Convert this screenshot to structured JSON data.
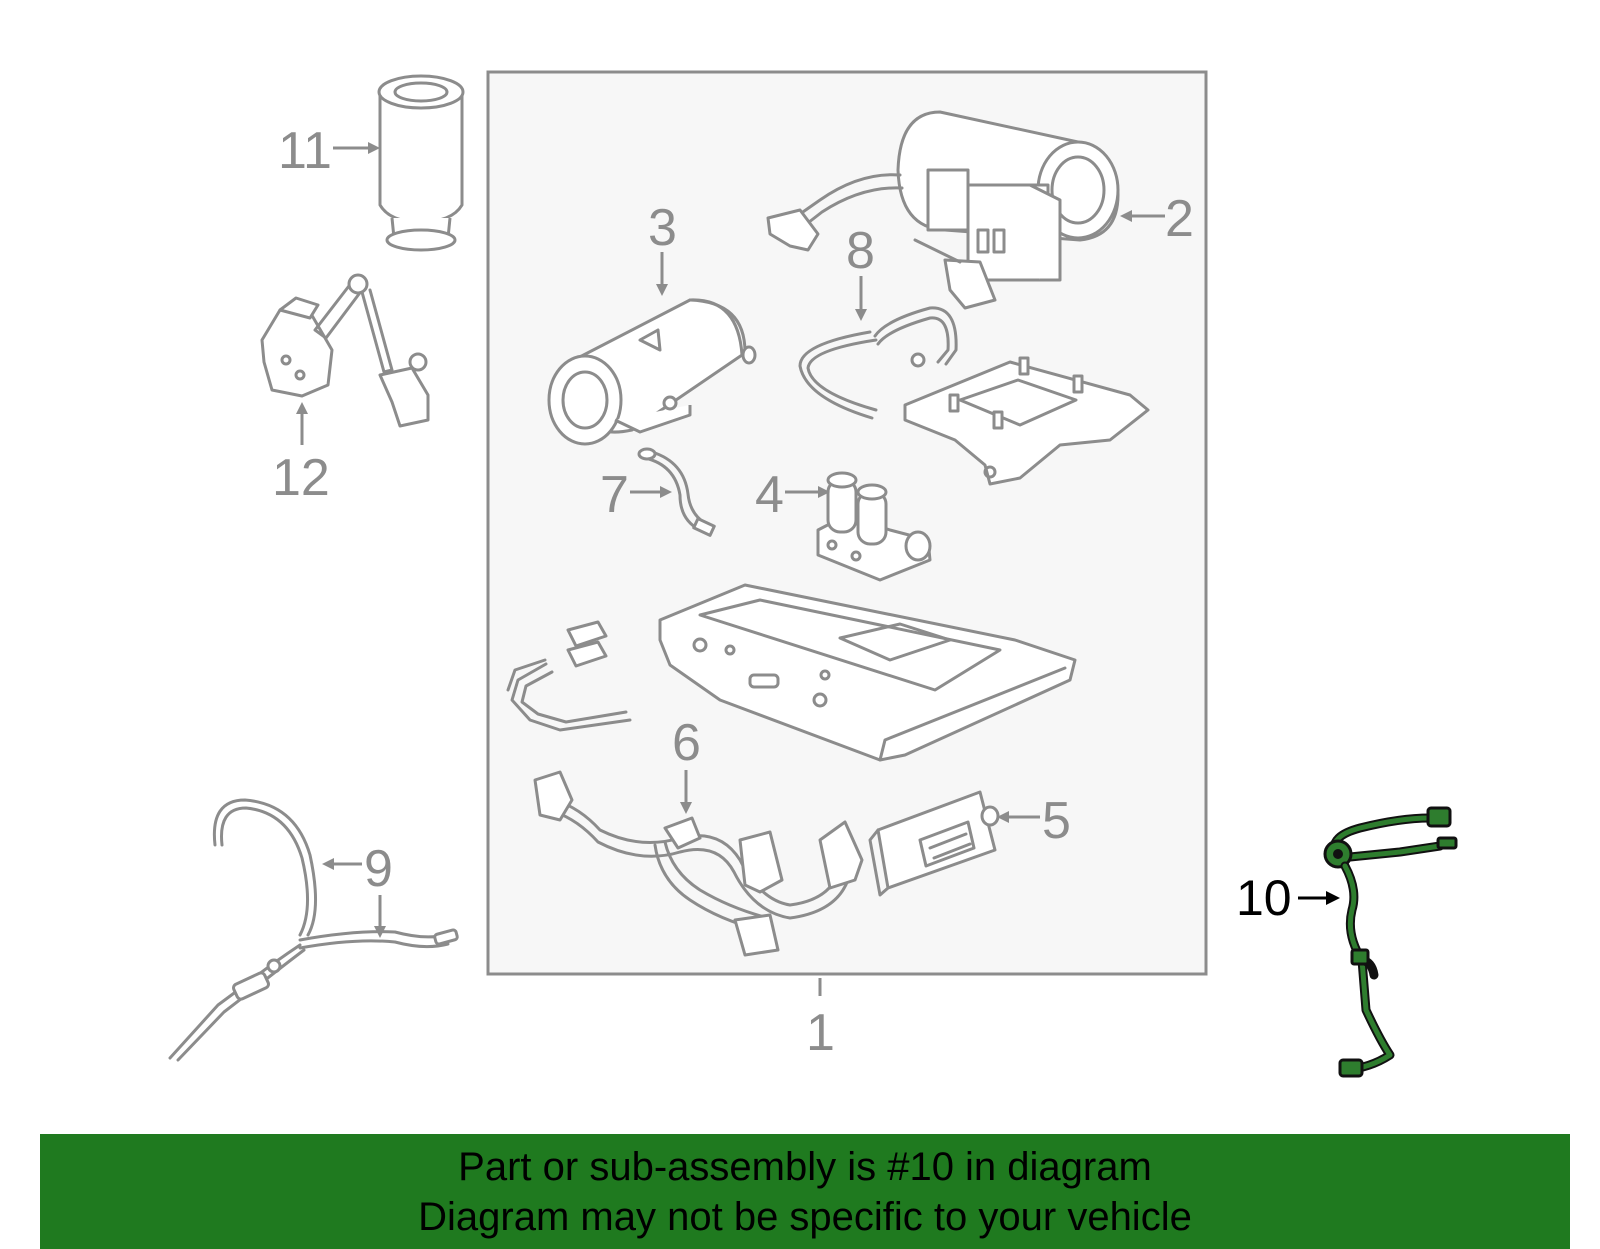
{
  "diagram": {
    "callouts": {
      "c1": "1",
      "c2": "2",
      "c3": "3",
      "c4": "4",
      "c5": "5",
      "c6": "6",
      "c7": "7",
      "c8": "8",
      "c9": "9",
      "c10": "10",
      "c11": "11",
      "c12": "12"
    },
    "highlighted_part": "10",
    "colors": {
      "line": "#8c8c8c",
      "highlight": "#2e7d2e",
      "box_fill": "#f7f7f7",
      "banner": "#1f7a1f"
    }
  },
  "banner": {
    "line1": "Part or sub-assembly is #10 in diagram",
    "line2": "Diagram may not be specific to your vehicle"
  }
}
